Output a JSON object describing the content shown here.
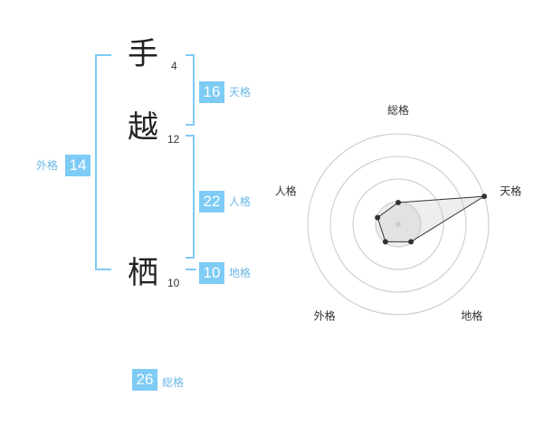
{
  "name": {
    "chars": [
      {
        "kanji": "手",
        "strokes": "4"
      },
      {
        "kanji": "越",
        "strokes": "12"
      },
      {
        "kanji": "栖",
        "strokes": "10"
      }
    ]
  },
  "kaku": {
    "tenkaku": {
      "value": "16",
      "label": "天格"
    },
    "jinkaku": {
      "value": "22",
      "label": "人格"
    },
    "chikaku": {
      "value": "10",
      "label": "地格"
    },
    "gaikaku": {
      "value": "14",
      "label": "外格"
    },
    "soukaku": {
      "value": "26",
      "label": "総格"
    }
  },
  "colors": {
    "accent": "#7ecbf5",
    "label": "#6cb8e6",
    "grid": "#c8c8c8",
    "fill": "#eeeeee"
  },
  "chart_data": {
    "type": "radar",
    "axes": [
      "総格",
      "天格",
      "地格",
      "外格",
      "人格"
    ],
    "values": [
      0.24,
      1.0,
      0.24,
      0.24,
      0.24
    ],
    "range": [
      0,
      1
    ],
    "rings": 4,
    "grid": true
  }
}
